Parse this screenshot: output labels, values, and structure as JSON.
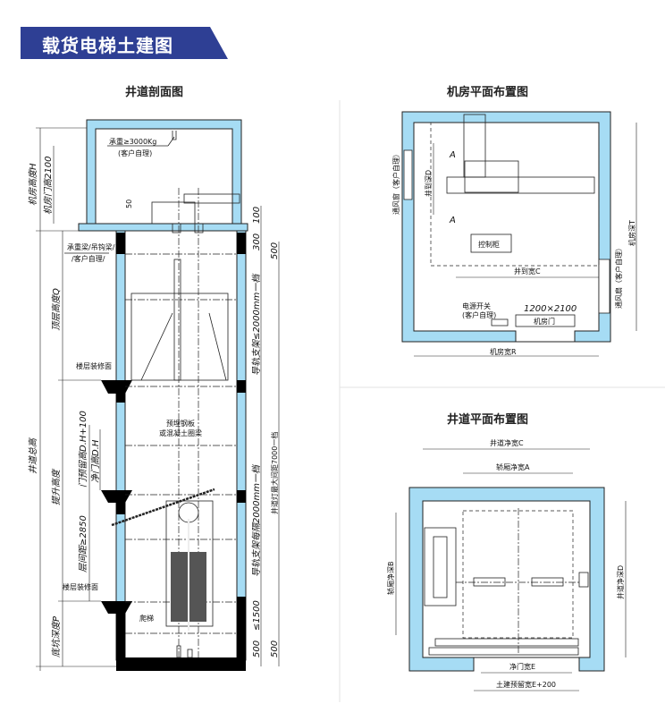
{
  "header": {
    "title": "载货电梯土建图"
  },
  "section": {
    "title": "井道剖面图",
    "load_hook": "承重≥3000Kg",
    "load_hook_note": "(客户自理)",
    "beam": "承重梁/吊钩梁/",
    "beam_note": "/客户自理/",
    "floor_finish_1": "楼层装修面",
    "floor_finish_2": "楼层装修面",
    "embedded": "预埋钢板",
    "embedded_2": "或混凝土圈梁",
    "ladder": "爬梯",
    "machine_room_height": "机房高度H",
    "machine_door_height": "机房门高2100",
    "top_height": "顶层高度Q",
    "shaft_total": "井道总高",
    "travel": "提升高度",
    "door_reserve": "门预留高D.H+100",
    "door_height": "净门高D.H",
    "floor_spacing": "层间距≥2850",
    "pit_depth": "底坑深度P",
    "dim_50": "50",
    "dim_100": "100",
    "dim_300": "300",
    "dim_500_top": "500",
    "dim_1500": "≤1500",
    "dim_500_a": "500",
    "dim_500_b": "500",
    "rail_bracket_1": "导轨支架≤2000mm一档",
    "rail_bracket_2": "导轨支架每隔2000mm一档",
    "shaft_light": "井道灯最大间距7000一档"
  },
  "machine_room": {
    "title": "机房平面布置图",
    "vent_window": "通风窗（客户自理）",
    "shaft_depth": "井到深D",
    "section_mark_a1": "A",
    "section_mark_a2": "A",
    "control_cabinet": "控制柜",
    "shaft_width": "井到宽C",
    "room_depth": "机房深T",
    "fan": "通风扇（客户自理）",
    "power_switch": "电源开关",
    "power_switch_note": "(客户自理)",
    "door_size": "1200×2100",
    "door": "机房门",
    "room_width": "机房宽R"
  },
  "shaft_plan": {
    "title": "井道平面布置图",
    "shaft_clear_width": "井道净宽C",
    "car_clear_width": "轿厢净宽A",
    "car_clear_depth": "轿厢净深B",
    "shaft_clear_depth": "井道净深D",
    "door_clear_width": "净门宽E",
    "civil_reserve": "土建预留宽E+200"
  },
  "colors": {
    "banner": "#2e3f94",
    "wall": "#a6dcf4"
  }
}
